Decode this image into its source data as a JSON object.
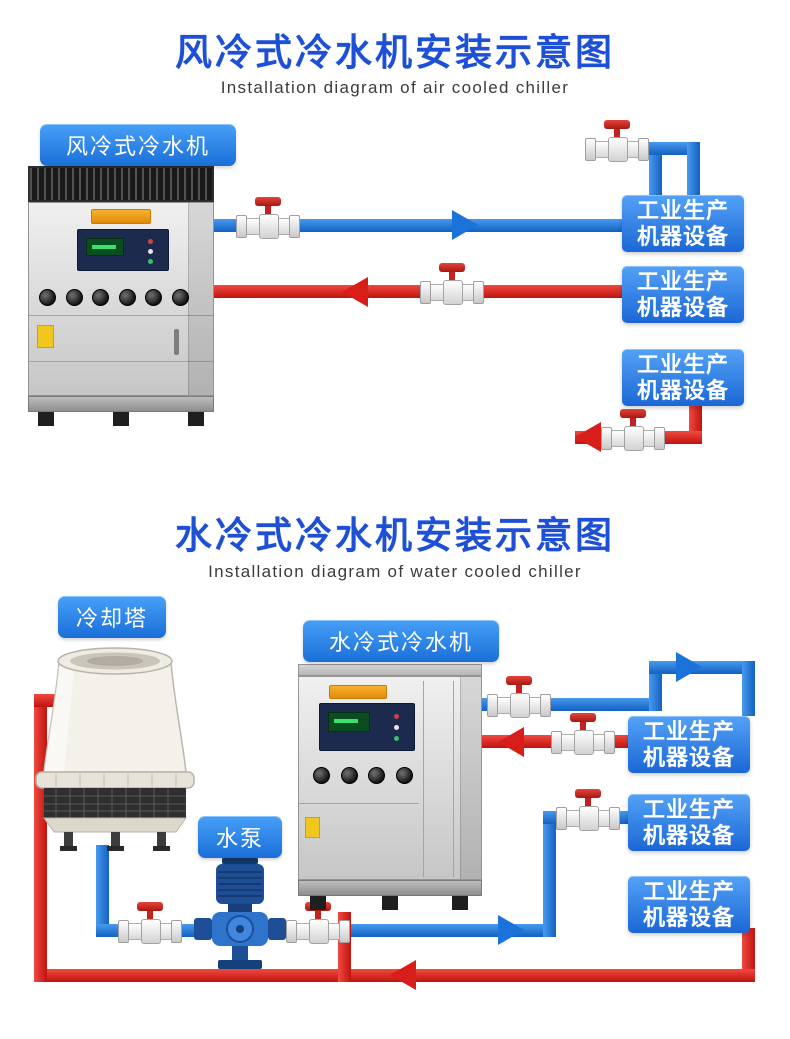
{
  "air_section": {
    "title": "风冷式冷水机安装示意图",
    "subtitle": "Installation diagram of air cooled chiller",
    "chiller_label": "风冷式冷水机",
    "equipment_boxes": [
      {
        "line1": "工业生产",
        "line2": "机器设备"
      },
      {
        "line1": "工业生产",
        "line2": "机器设备"
      },
      {
        "line1": "工业生产",
        "line2": "机器设备"
      }
    ]
  },
  "water_section": {
    "title": "水冷式冷水机安装示意图",
    "subtitle": "Installation diagram of water cooled chiller",
    "cooling_tower_label": "冷却塔",
    "chiller_label": "水冷式冷水机",
    "pump_label": "水泵",
    "equipment_boxes": [
      {
        "line1": "工业生产",
        "line2": "机器设备"
      },
      {
        "line1": "工业生产",
        "line2": "机器设备"
      },
      {
        "line1": "工业生产",
        "line2": "机器设备"
      }
    ]
  },
  "colors": {
    "title_blue": "#1d4fd7",
    "subtitle_gray": "#3b3b3b",
    "pipe_blue": "#1b72d8",
    "pipe_red": "#d91d18",
    "label_chip_blue": "#2e86ec",
    "equipment_box_blue": "#1b67d6",
    "valve_handle_red": "#c4231d"
  }
}
